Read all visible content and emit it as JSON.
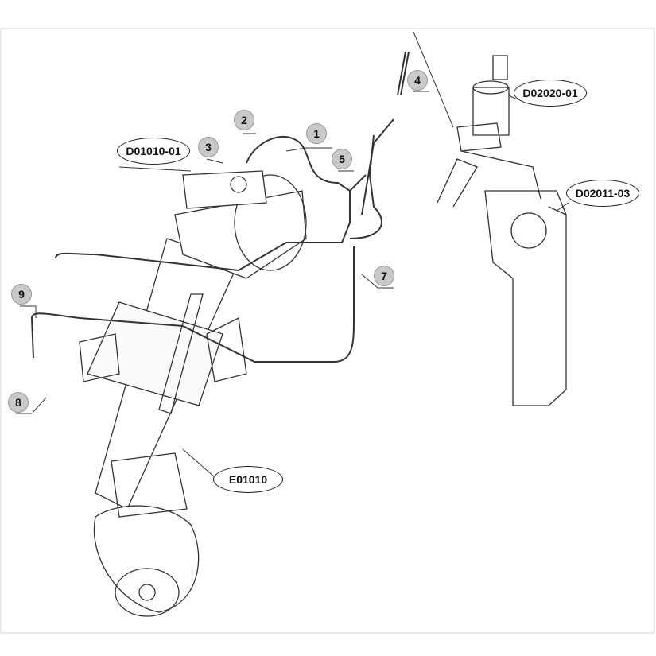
{
  "callouts": {
    "c1": "1",
    "c2": "2",
    "c3": "3",
    "c4": "4",
    "c5": "5",
    "c7": "7",
    "c8": "8",
    "c9": "9"
  },
  "parts": {
    "hydraulic_pump": "D01010-01",
    "steering_unit": "D02020-01",
    "steering_bracket": "D02011-03",
    "axle": "E01010"
  }
}
